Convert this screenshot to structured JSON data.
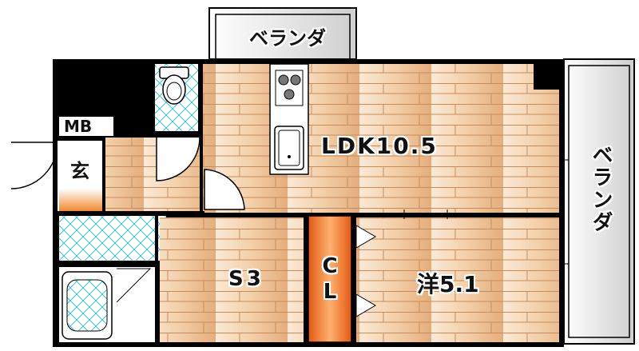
{
  "rooms": {
    "ldk": "LDK10.5",
    "western": "洋5.1",
    "service": "S3",
    "closet": "CL",
    "entrance": "玄",
    "meter_box": "MB",
    "balcony_top": "ベランダ",
    "balcony_right": "ベランダ"
  },
  "colors": {
    "wall": "#000000",
    "floor_light": "#f5dcc0",
    "floor_dark": "#e6b78c",
    "tile": "#bdeef0",
    "closet": "#e8741c",
    "balcony": "#e4e4e4"
  }
}
